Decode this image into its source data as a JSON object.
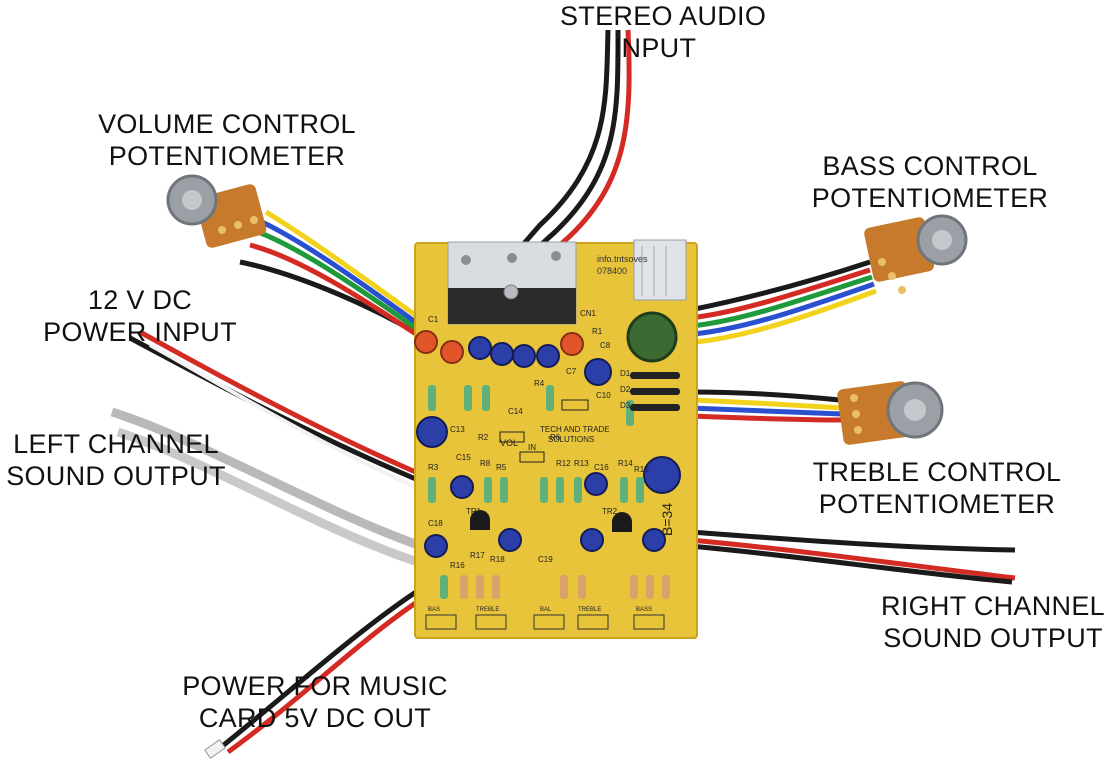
{
  "colors": {
    "pcb": "#e8c43a",
    "pcb_dark": "#c9a21e",
    "wire_red": "#d42a24",
    "wire_black": "#1a1a1a",
    "wire_white": "#f2f2f2",
    "wire_gray": "#b9b9b9",
    "wire_blue": "#2a4fcf",
    "wire_green": "#1e9a3a",
    "wire_yellow": "#f2d21a",
    "pot_body": "#c77a2b",
    "knob": "#9aa0a6",
    "capacitor_blue": "#2c3fa8",
    "capacitor_green": "#3b6b32",
    "heatsink": "#d9dde2"
  },
  "labels": {
    "stereo_input": [
      "STEREO AUDIO",
      "INPUT"
    ],
    "volume_pot": [
      "VOLUME CONTROL",
      "POTENTIOMETER"
    ],
    "bass_pot": [
      "BASS CONTROL",
      "POTENTIOMETER"
    ],
    "power_input": [
      "12 V DC",
      "POWER INPUT"
    ],
    "left_output": [
      "LEFT CHANNEL",
      "SOUND OUTPUT"
    ],
    "treble_pot": [
      "TREBLE CONTROL",
      "POTENTIOMETER"
    ],
    "right_output": [
      "RIGHT CHANNEL",
      "SOUND OUTPUT"
    ],
    "music_card_power": [
      "POWER FOR MUSIC",
      "CARD 5V DC OUT"
    ]
  },
  "pcb": {
    "brand": [
      "TECH AND TRADE",
      "SOLUTIONS"
    ],
    "vol_label": "VOL",
    "in_label": "IN",
    "info": [
      "info.tntsoves",
      "078400"
    ],
    "beta_text": "B=34",
    "designators": [
      "C1",
      "CN1",
      "R1",
      "C7",
      "C8",
      "C10",
      "C13",
      "C14",
      "C15",
      "C16",
      "C18",
      "C19",
      "D1",
      "D2",
      "D3",
      "R2",
      "R3",
      "R4",
      "R5",
      "R6",
      "R8",
      "R12",
      "R13",
      "R14",
      "R15",
      "R16",
      "R17",
      "R18",
      "TR1",
      "TR2"
    ],
    "pad_labels": [
      "BAS",
      "TREBLE",
      "BAL",
      "TREBLE",
      "BASS"
    ]
  }
}
